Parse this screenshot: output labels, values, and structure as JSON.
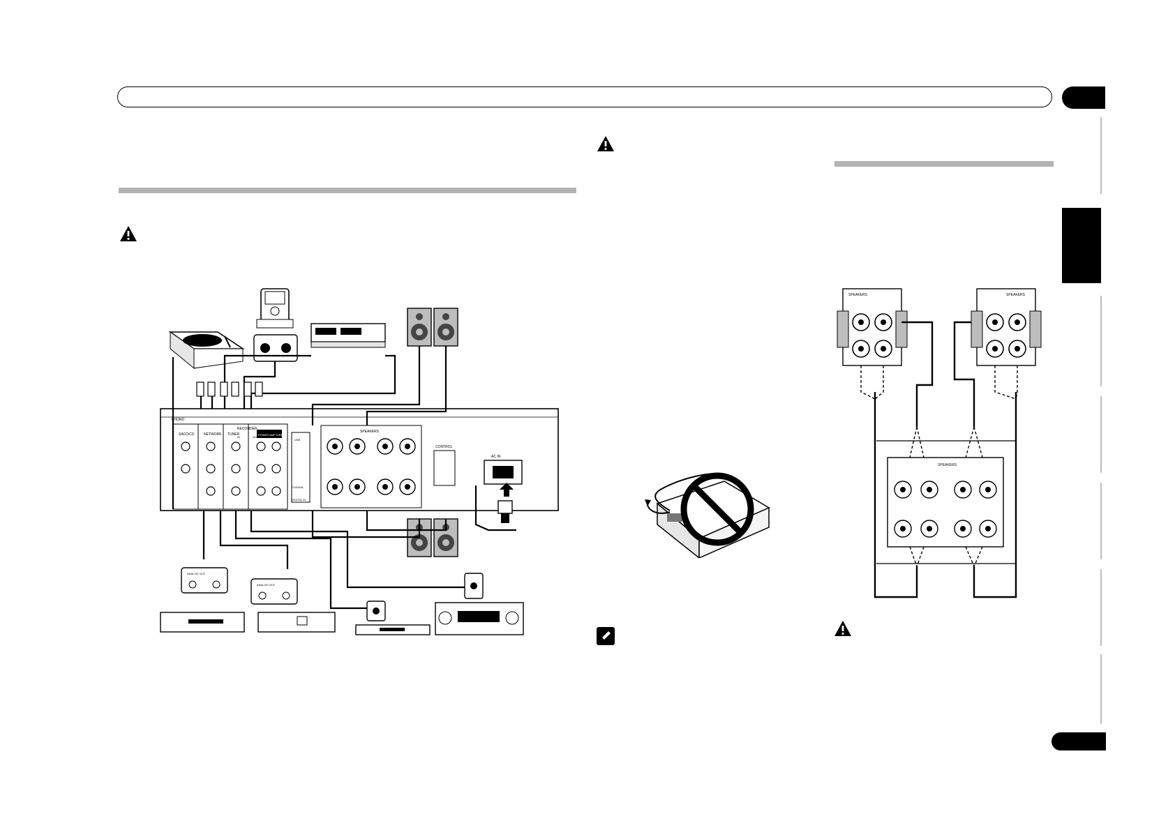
{
  "diagram_left": {
    "labels": {
      "phono": "PHONO",
      "recorder": "RECORDER",
      "sacd_cd": "SACD/CD",
      "network": "NETWORK",
      "tuner": "TUNER",
      "power_amp_direct": "POWER AMP DIRECT",
      "speakers": "SPEAKERS",
      "control": "CONTROL",
      "ac_in": "AC IN",
      "digital_in": "DIGITAL IN",
      "coaxial": "COAXIAL",
      "usb": "USB",
      "in": "IN",
      "out": "OUT",
      "analog_out_1": "ANALOG OUT",
      "analog_out_2": "ANALOG OUT"
    }
  },
  "diagram_right": {
    "labels": {
      "speakers_left_top": "SPEAKERS",
      "speakers_right_top": "SPEAKERS",
      "speakers_amp": "SPEAKERS"
    }
  },
  "icons": {
    "warning": "warning-triangle-icon",
    "note": "pencil-note-icon",
    "prohibited": "prohibited-icon"
  },
  "colors": {
    "section_bar": "#b3b3b3",
    "tab": "#000000",
    "rule": "#bdbdbd"
  }
}
